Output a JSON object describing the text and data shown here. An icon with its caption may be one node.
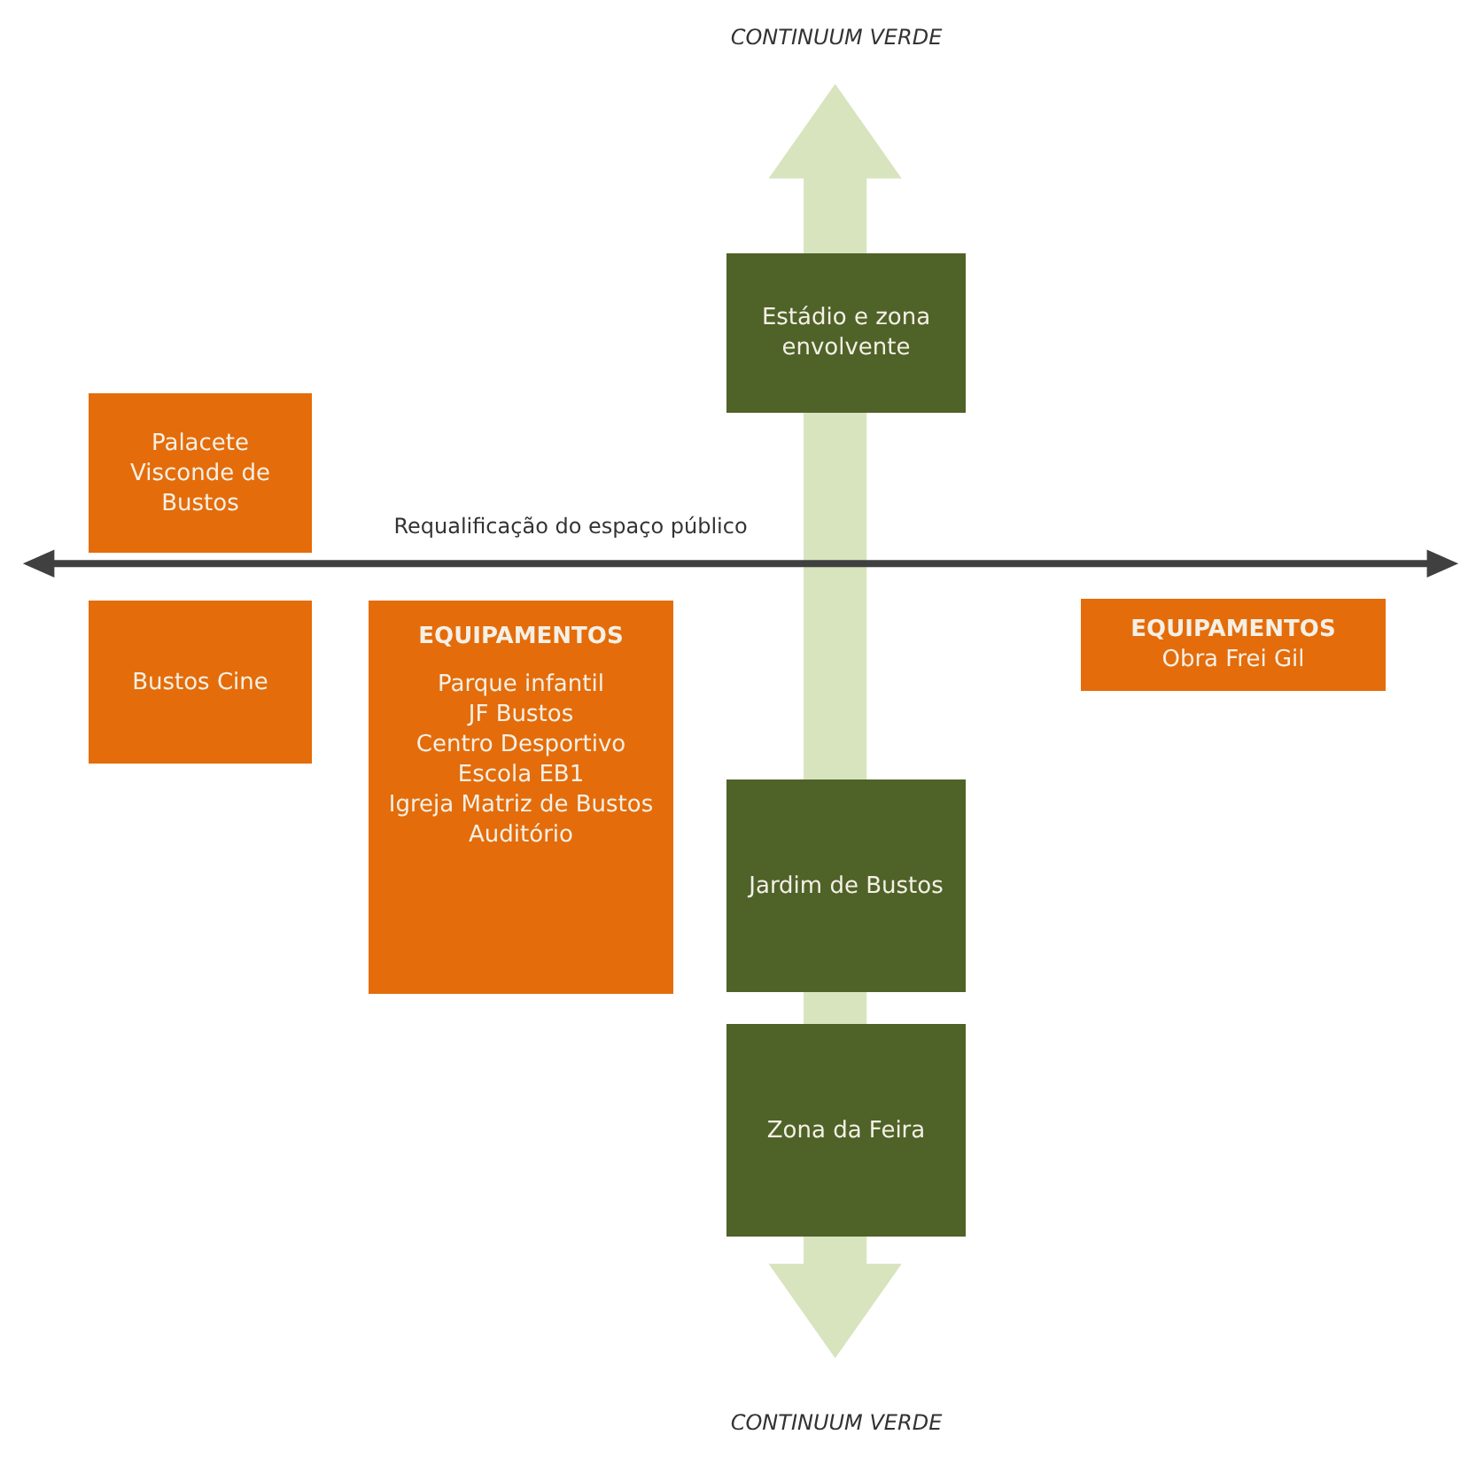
{
  "diagram": {
    "nodes": [
      {
        "text": [
          "Estádio e zona envolvente"
        ]
      },
      {
        "text": [
          "Palacete Visconde de Bustos"
        ]
      },
      {
        "text": [
          "Bustos Cine"
        ]
      },
      {
        "text": [
          "EQUIPAMENTOS",
          "Parque infantil",
          "JF Bustos",
          "Centro Desportivo",
          "Escola EB1",
          "Igreja Matriz de Bustos",
          "Auditório"
        ]
      },
      {
        "text": [
          "EQUIPAMENTOS",
          "Obra Frei Gil"
        ]
      },
      {
        "text": [
          "Jardim de Bustos"
        ]
      },
      {
        "text": [
          "Zona da Feira"
        ]
      }
    ],
    "labels": [
      "CONTINUUM VERDE",
      "Requalificação do espaço público",
      "CONTINUUM VERDE"
    ]
  }
}
